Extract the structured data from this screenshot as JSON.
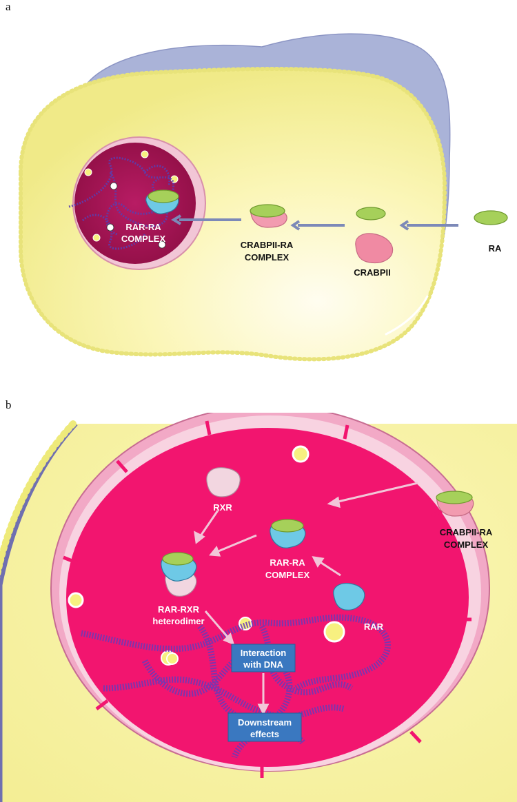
{
  "panel_a": {
    "letter": "a",
    "labels": {
      "rar_ra_1": "RAR-RA",
      "rar_ra_2": "COMPLEX",
      "crabpii_ra_1": "CRABPII-RA",
      "crabpii_ra_2": "COMPLEX",
      "crabpii": "CRABPII",
      "ra": "RA"
    }
  },
  "panel_b": {
    "letter": "b",
    "labels": {
      "rxr": "RXR",
      "crabpii_ra_1": "CRABPII-RA",
      "crabpii_ra_2": "COMPLEX",
      "rar_ra_1": "RAR-RA",
      "rar_ra_2": "COMPLEX",
      "rar_rxr_1": "RAR-RXR",
      "rar_rxr_2": "heterodimer",
      "rar": "RAR",
      "dna_box_1": "Interaction",
      "dna_box_2": "with DNA",
      "effects_box_1": "Downstream",
      "effects_box_2": "effects"
    }
  },
  "colors": {
    "cytoplasm": "#f7f3a3",
    "membrane": "#6f6fb0",
    "membrane_bead": "#eeea7a",
    "ecm": "#a9b2d8",
    "nucleus_a": "#b0155a",
    "nucleus_b": "#f2156f",
    "envelope": "#f6c9d9",
    "ra_green": "#a6d05a",
    "rar_blue": "#6ec9e6",
    "crabp_pink": "#f08aa3",
    "rxr_light": "#f2d6e0",
    "box_blue": "#3a78c0"
  }
}
